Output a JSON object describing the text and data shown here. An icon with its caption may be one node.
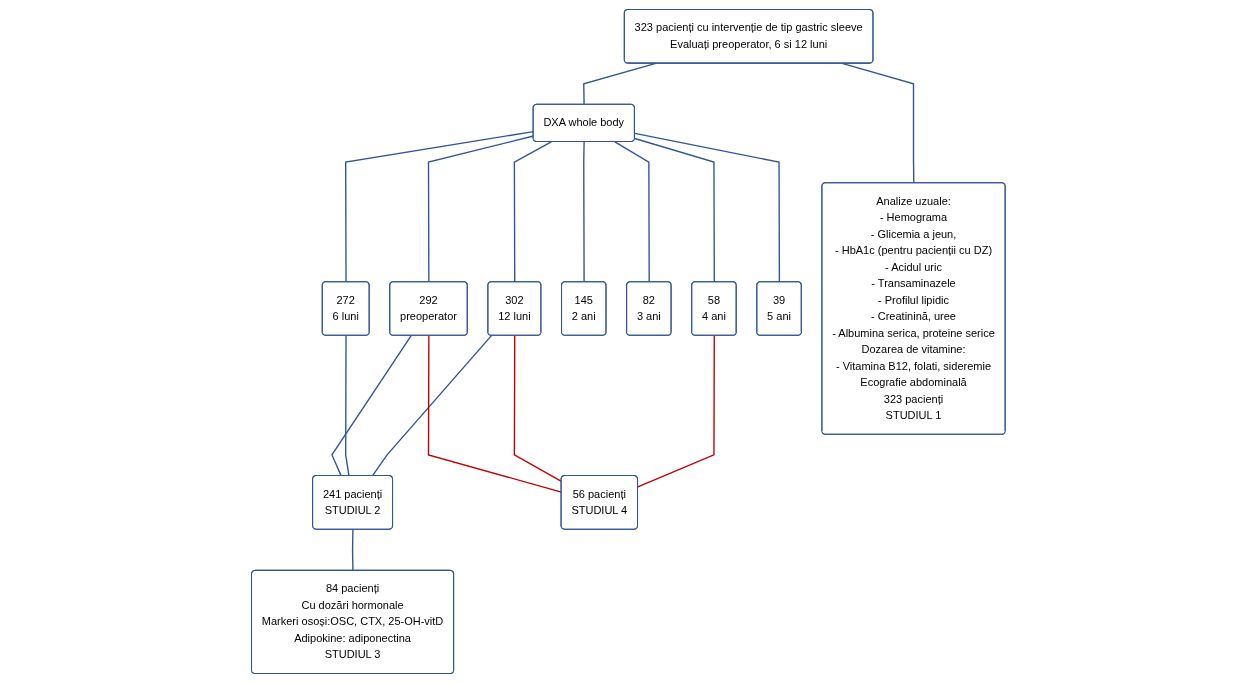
{
  "diagram": {
    "nodes": [
      {
        "text": [
          "323 pacienți cu intervenție de tip gastric sleeve",
          "Evaluați preoperator, 6 si 12 luni"
        ]
      },
      {
        "text": [
          "DXA whole body"
        ]
      },
      {
        "text": [
          "292",
          "preoperator"
        ]
      },
      {
        "text": [
          "272",
          "6 luni"
        ]
      },
      {
        "text": [
          "302",
          "12 luni"
        ]
      },
      {
        "text": [
          "145",
          "2 ani"
        ]
      },
      {
        "text": [
          "82",
          "3 ani"
        ]
      },
      {
        "text": [
          "58",
          "4 ani"
        ]
      },
      {
        "text": [
          "39",
          "5 ani"
        ]
      },
      {
        "text": [
          "241 pacienți",
          "STUDIUL 2"
        ]
      },
      {
        "text": [
          "56 pacienți",
          "STUDIUL 4"
        ]
      },
      {
        "text": [
          "84 pacienți",
          "Cu dozări hormonale",
          "Markeri osoși:OSC, CTX, 25-OH-vitD",
          "Adipokine: adiponectina",
          "STUDIUL 3"
        ]
      },
      {
        "text": [
          "Analize uzuale:",
          "- Hemograma",
          "- Glicemia a jeun,",
          "- HbA1c (pentru pacienții cu DZ)",
          "- Acidul uric",
          "- Transaminazele",
          "- Profilul lipidic",
          "- Creatinină, uree",
          "- Albumina serica, proteine serice",
          "Dozarea de vitamine:",
          "- Vitamina B12, folati, sideremie",
          "Ecografie abdominală",
          "323 pacienți",
          "STUDIUL 1"
        ]
      }
    ],
    "edges": [
      {
        "from": 0,
        "to": 1,
        "arrow": "none"
      },
      {
        "from": 1,
        "to": 2,
        "arrow": "none"
      },
      {
        "from": 1,
        "to": 3,
        "arrow": "none"
      },
      {
        "from": 1,
        "to": 4,
        "arrow": "none"
      },
      {
        "from": 1,
        "to": 5,
        "arrow": "none"
      },
      {
        "from": 1,
        "to": 6,
        "arrow": "none"
      },
      {
        "from": 1,
        "to": 7,
        "arrow": "none"
      },
      {
        "from": 1,
        "to": 8,
        "arrow": "none"
      },
      {
        "from": 2,
        "to": 9,
        "arrow": "none"
      },
      {
        "from": 3,
        "to": 9,
        "arrow": "none"
      },
      {
        "from": 4,
        "to": 9,
        "arrow": "none"
      },
      {
        "from": 2,
        "to": 10,
        "arrow": "none",
        "color": "#c00000"
      },
      {
        "from": 4,
        "to": 10,
        "arrow": "none",
        "color": "#c00000"
      },
      {
        "from": 7,
        "to": 10,
        "arrow": "none",
        "color": "#c00000"
      },
      {
        "from": 9,
        "to": 11,
        "arrow": "none"
      },
      {
        "from": 0,
        "to": 12,
        "arrow": "none"
      }
    ]
  }
}
